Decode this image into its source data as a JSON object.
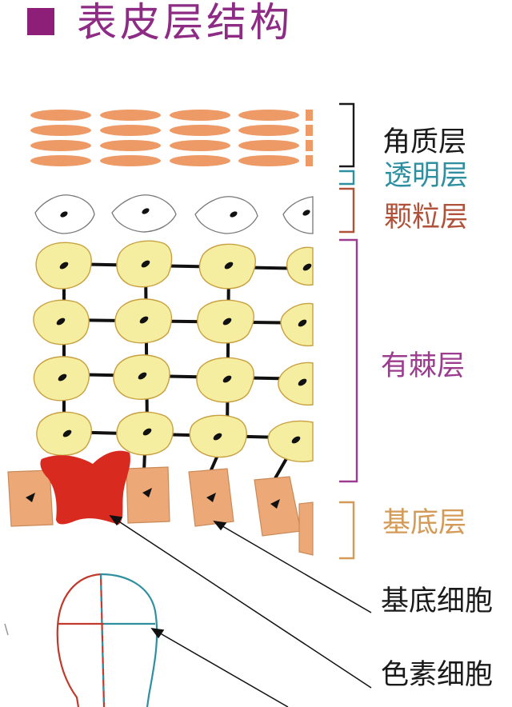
{
  "title": "表皮层结构",
  "layers": {
    "corneum": "角质层",
    "lucidum": "透明层",
    "granulosum": "颗粒层",
    "spinosum": "有棘层",
    "basale": "基底层"
  },
  "callouts": {
    "basal_cell": "基底细胞",
    "melanocyte": "色素细胞"
  },
  "colors": {
    "title": "#8e2b84",
    "corneum": "#1a1a1a",
    "lucidum": "#2e8fa0",
    "granulosum": "#b0523a",
    "spinosum": "#9b3c8f",
    "basale": "#d49a57",
    "callout": "#1a1a1a",
    "corneum_cell": "#ee9a66",
    "spinous_cell": "#f5eea0",
    "spinous_border": "#c8a040",
    "basal_cell": "#eda878",
    "melanocyte": "#d92a1f"
  }
}
